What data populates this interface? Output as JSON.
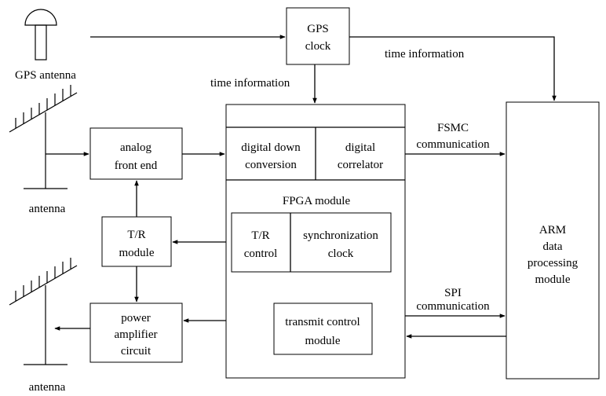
{
  "labels": {
    "gps_antenna": "GPS antenna",
    "antenna_top": "antenna",
    "antenna_bottom": "antenna",
    "gps_clock": [
      "GPS",
      "clock"
    ],
    "time_info_left": "time information",
    "time_info_right": "time information",
    "analog_front_end": [
      "analog",
      "front end"
    ],
    "ddc": [
      "digital down",
      "conversion"
    ],
    "correlator": [
      "digital",
      "correlator"
    ],
    "fpga_module": "FPGA module",
    "tr_control": [
      "T/R",
      "control"
    ],
    "sync_clock": [
      "synchronization",
      "clock"
    ],
    "tr_module": [
      "T/R",
      "module"
    ],
    "power_amp": [
      "power",
      "amplifier",
      "circuit"
    ],
    "transmit_control": [
      "transmit control",
      "module"
    ],
    "fsmc": [
      "FSMC",
      "communication"
    ],
    "spi": [
      "SPI",
      "communication"
    ],
    "arm": [
      "ARM",
      "data",
      "processing",
      "module"
    ]
  }
}
